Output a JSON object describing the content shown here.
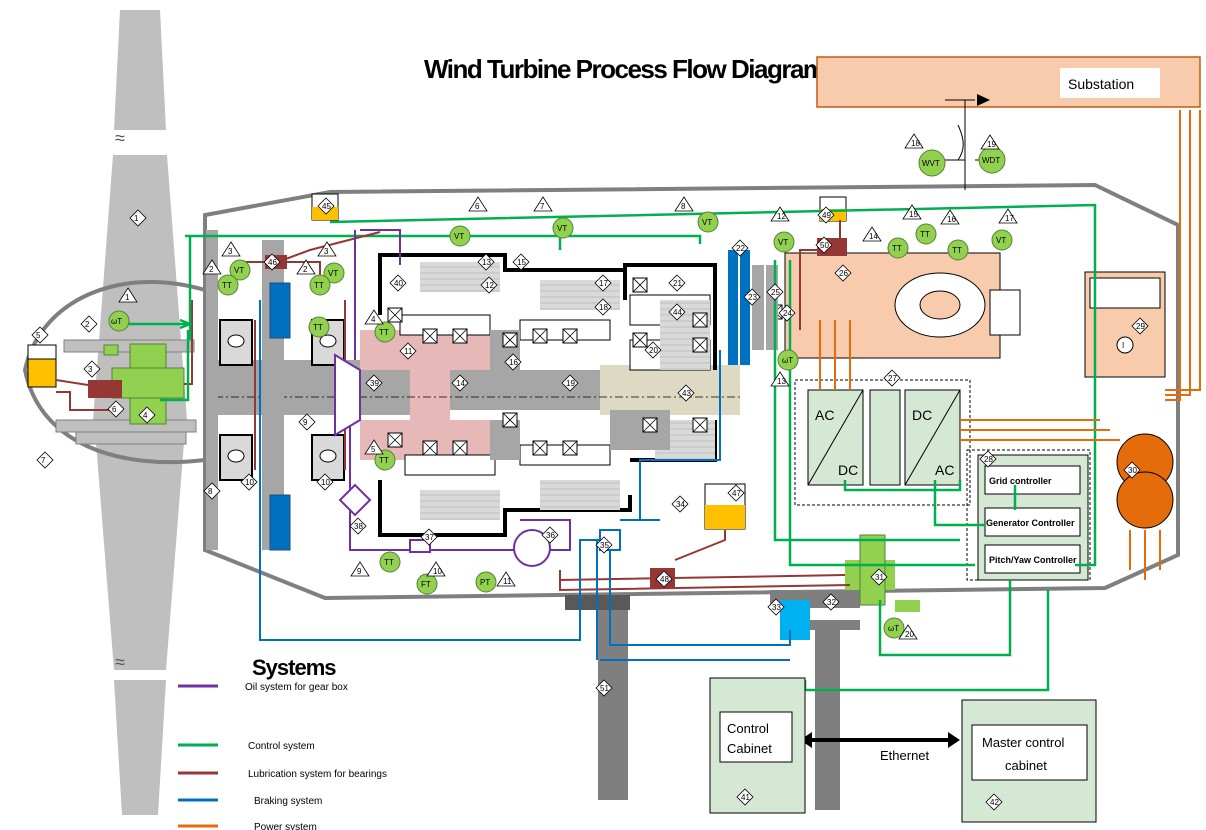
{
  "title": "Wind Turbine Process Flow Diagram",
  "substation": "Substation",
  "legend": {
    "heading": "Systems",
    "items": [
      {
        "label": "Oil system for gear box",
        "color": "#7030a0"
      },
      {
        "label": "Control system",
        "color": "#00b050"
      },
      {
        "label": "Lubrication system for bearings",
        "color": "#953735"
      },
      {
        "label": "Braking system",
        "color": "#0070c0"
      },
      {
        "label": "Power system",
        "color": "#e46c0a"
      }
    ]
  },
  "converter": {
    "ac_top": "AC",
    "dc_bottom": "DC",
    "dc_top": "DC",
    "ac_bottom": "AC"
  },
  "controllers": {
    "grid": "Grid controller",
    "generator": "Generator Controller",
    "pitch_yaw": "Pitch/Yaw Controller"
  },
  "control_cabinet": {
    "line1": "Control",
    "line2": "Cabinet"
  },
  "master_cabinet": {
    "line1": "Master control",
    "line2": "cabinet"
  },
  "ethernet": "Ethernet",
  "instruments": {
    "wt1": "ωT",
    "wt2": "ωT",
    "wt3": "ωT",
    "vt": "VT",
    "tt": "TT",
    "ft": "FT",
    "pt": "PT",
    "wvt": "WVT",
    "wdt": "WDT",
    "i": "I"
  },
  "tri_labels": [
    "1",
    "2",
    "2",
    "3",
    "3",
    "4",
    "5",
    "6",
    "7",
    "8",
    "9",
    "10",
    "11",
    "12",
    "13",
    "14",
    "15",
    "16",
    "17",
    "18",
    "19",
    "20"
  ],
  "diamond_labels": [
    "1",
    "2",
    "3",
    "4",
    "5",
    "6",
    "7",
    "8",
    "9",
    "10",
    "10",
    "11",
    "12",
    "13",
    "14",
    "15",
    "16",
    "17",
    "18",
    "19",
    "20",
    "21",
    "22",
    "23",
    "24",
    "25",
    "26",
    "27",
    "28",
    "29",
    "30",
    "31",
    "32",
    "33",
    "34",
    "35",
    "36",
    "37",
    "38",
    "39",
    "40",
    "41",
    "42",
    "43",
    "44",
    "45",
    "46",
    "47",
    "48",
    "49",
    "50",
    "51"
  ]
}
